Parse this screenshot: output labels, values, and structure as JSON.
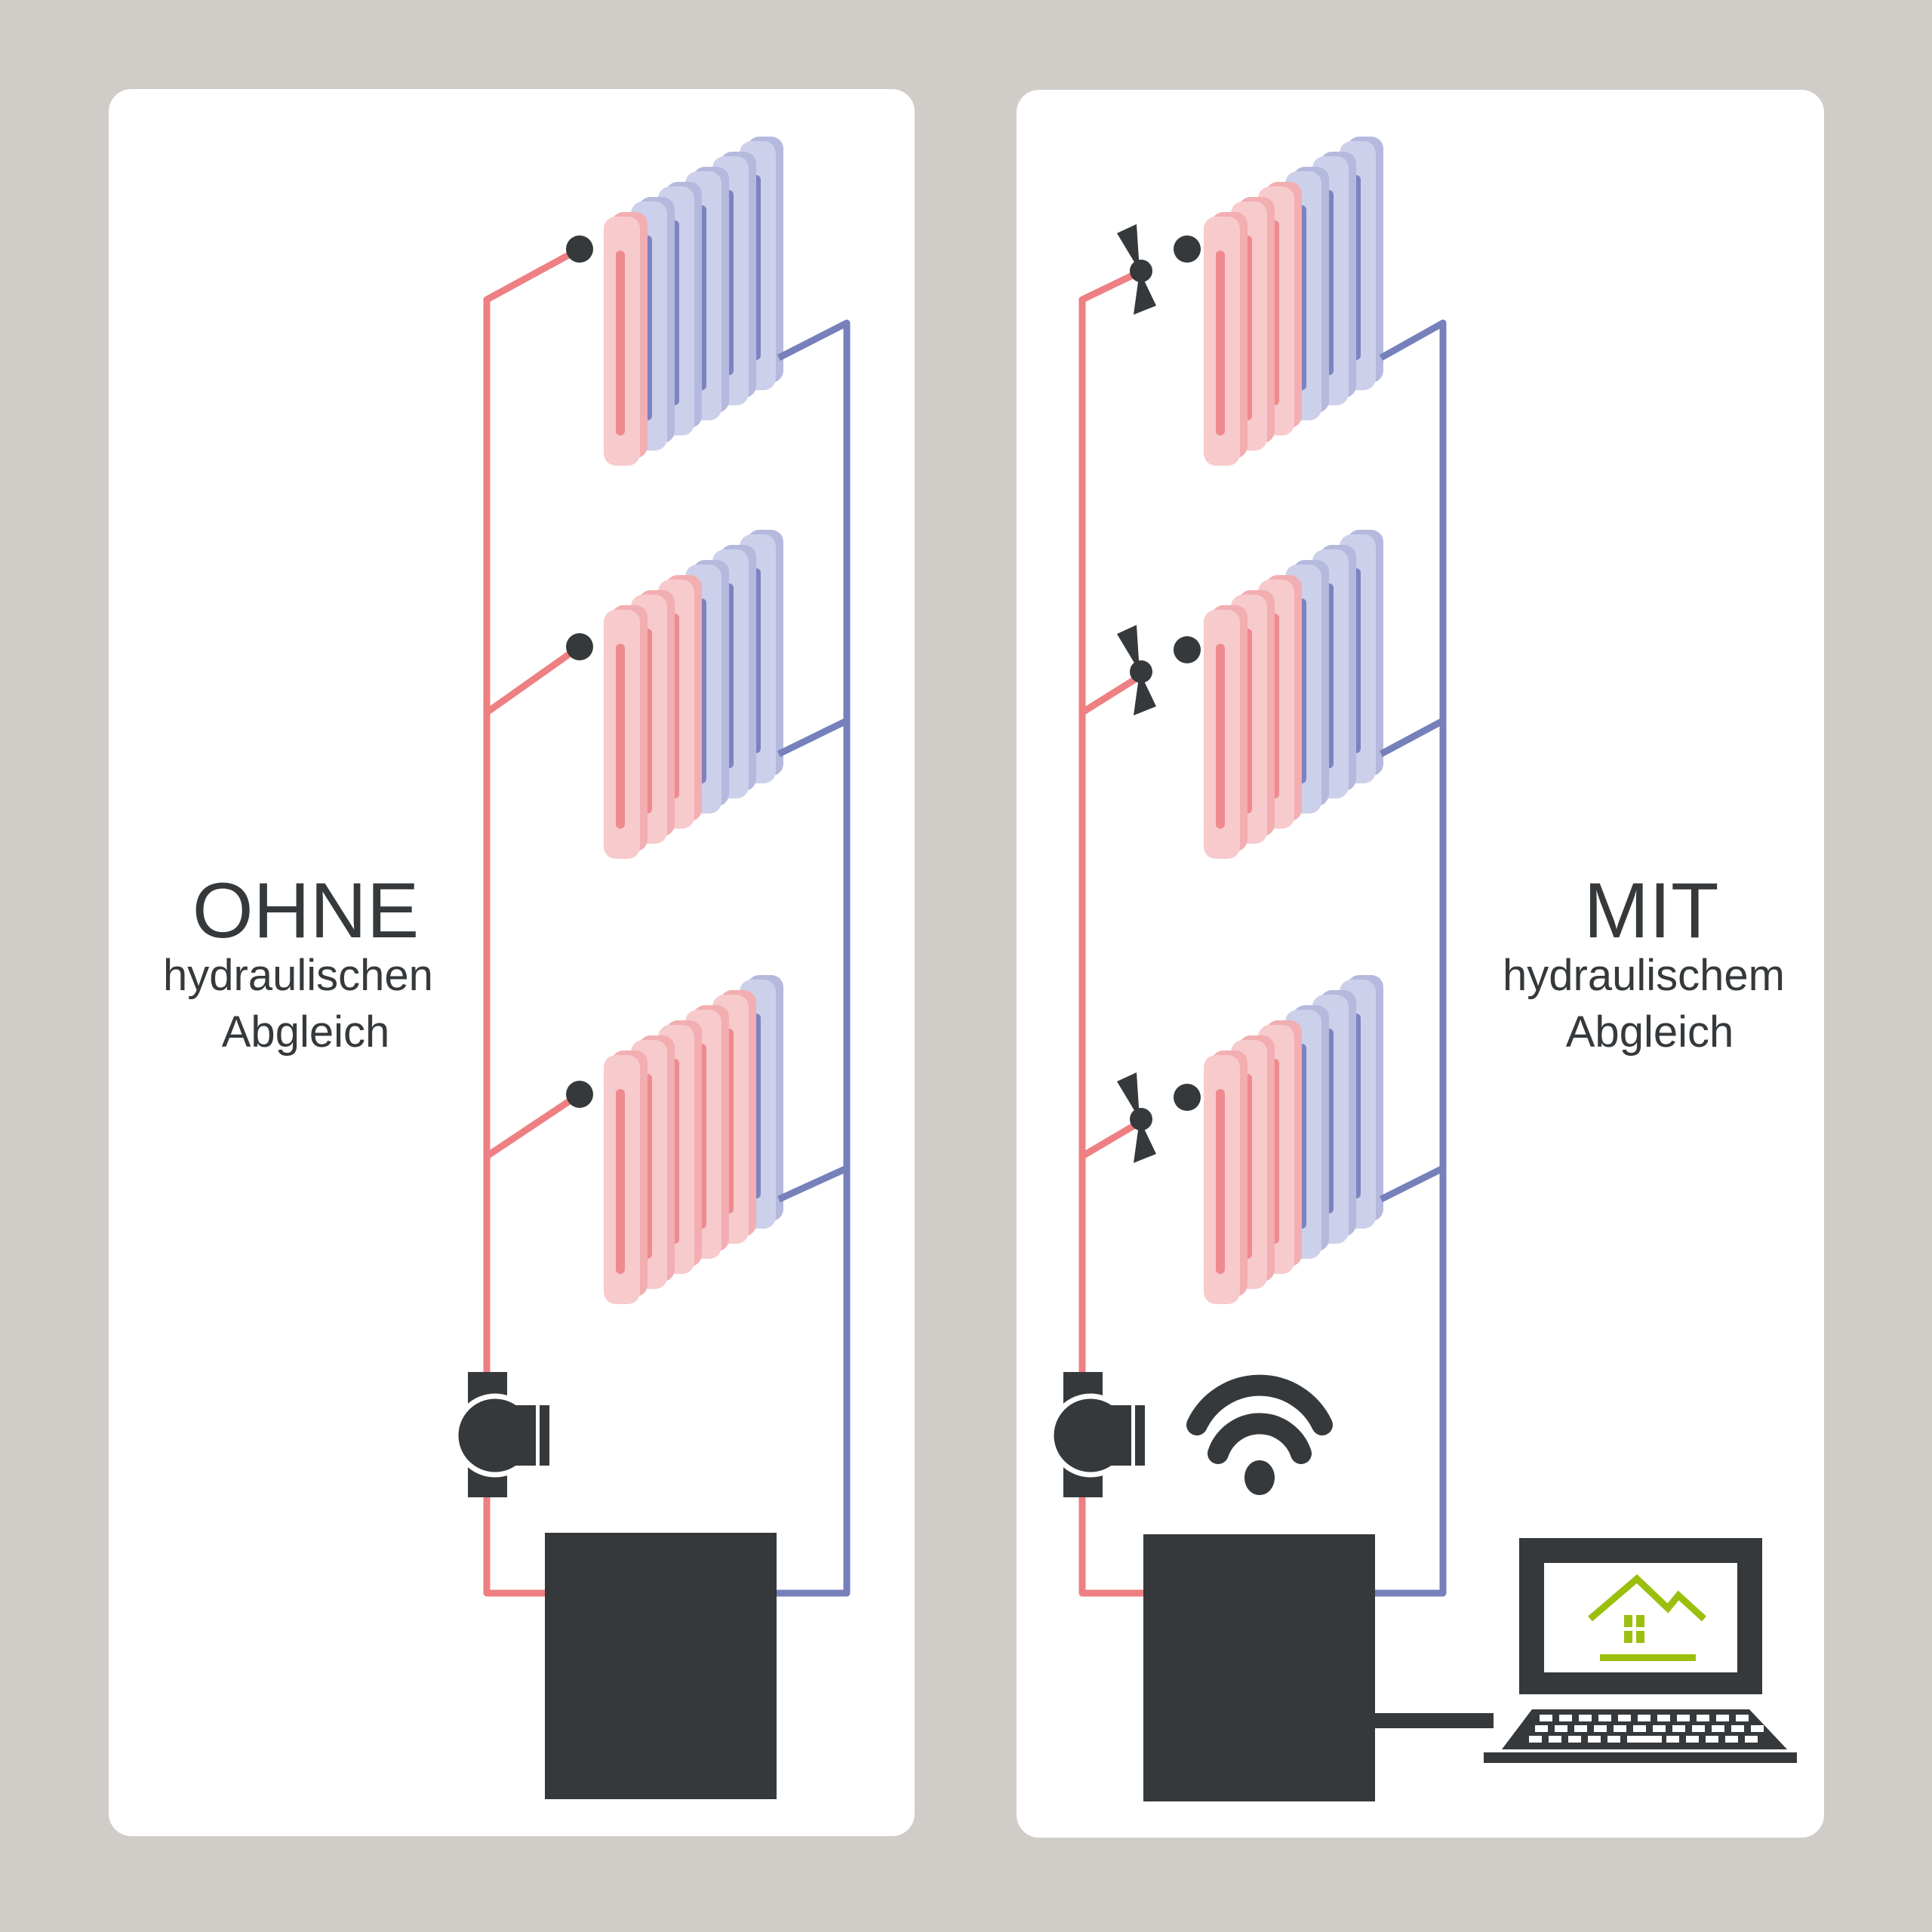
{
  "colors": {
    "background": "#d0ccc8",
    "panel": "#ffffff",
    "supply_pipe": "#ee7f82",
    "return_pipe": "#7680bb",
    "dark": "#35393b",
    "accent_green": "#9bbf0f",
    "hot_light": "#f7cacc",
    "hot_side": "#f2aeb1",
    "hot_slot": "#ee8a8e",
    "cold_light": "#cdd0ea",
    "cold_side": "#b5b9dd",
    "cold_slot": "#7c83c0"
  },
  "left_panel": {
    "heading": "OHNE",
    "line1": "hydraulischen",
    "line2": "Abgleich",
    "radiators": [
      {
        "sections": 6,
        "hot_sections": 1
      },
      {
        "sections": 6,
        "hot_sections": 3
      },
      {
        "sections": 6,
        "hot_sections": 5
      }
    ]
  },
  "right_panel": {
    "heading": "MIT",
    "line1": "hydraulischem",
    "line2": "Abgleich",
    "radiators": [
      {
        "sections": 6,
        "hot_sections": 3
      },
      {
        "sections": 6,
        "hot_sections": 3
      },
      {
        "sections": 6,
        "hot_sections": 3
      }
    ],
    "icons": [
      "balancing-valve-icon",
      "wifi-icon",
      "laptop-icon",
      "house-icon"
    ]
  }
}
